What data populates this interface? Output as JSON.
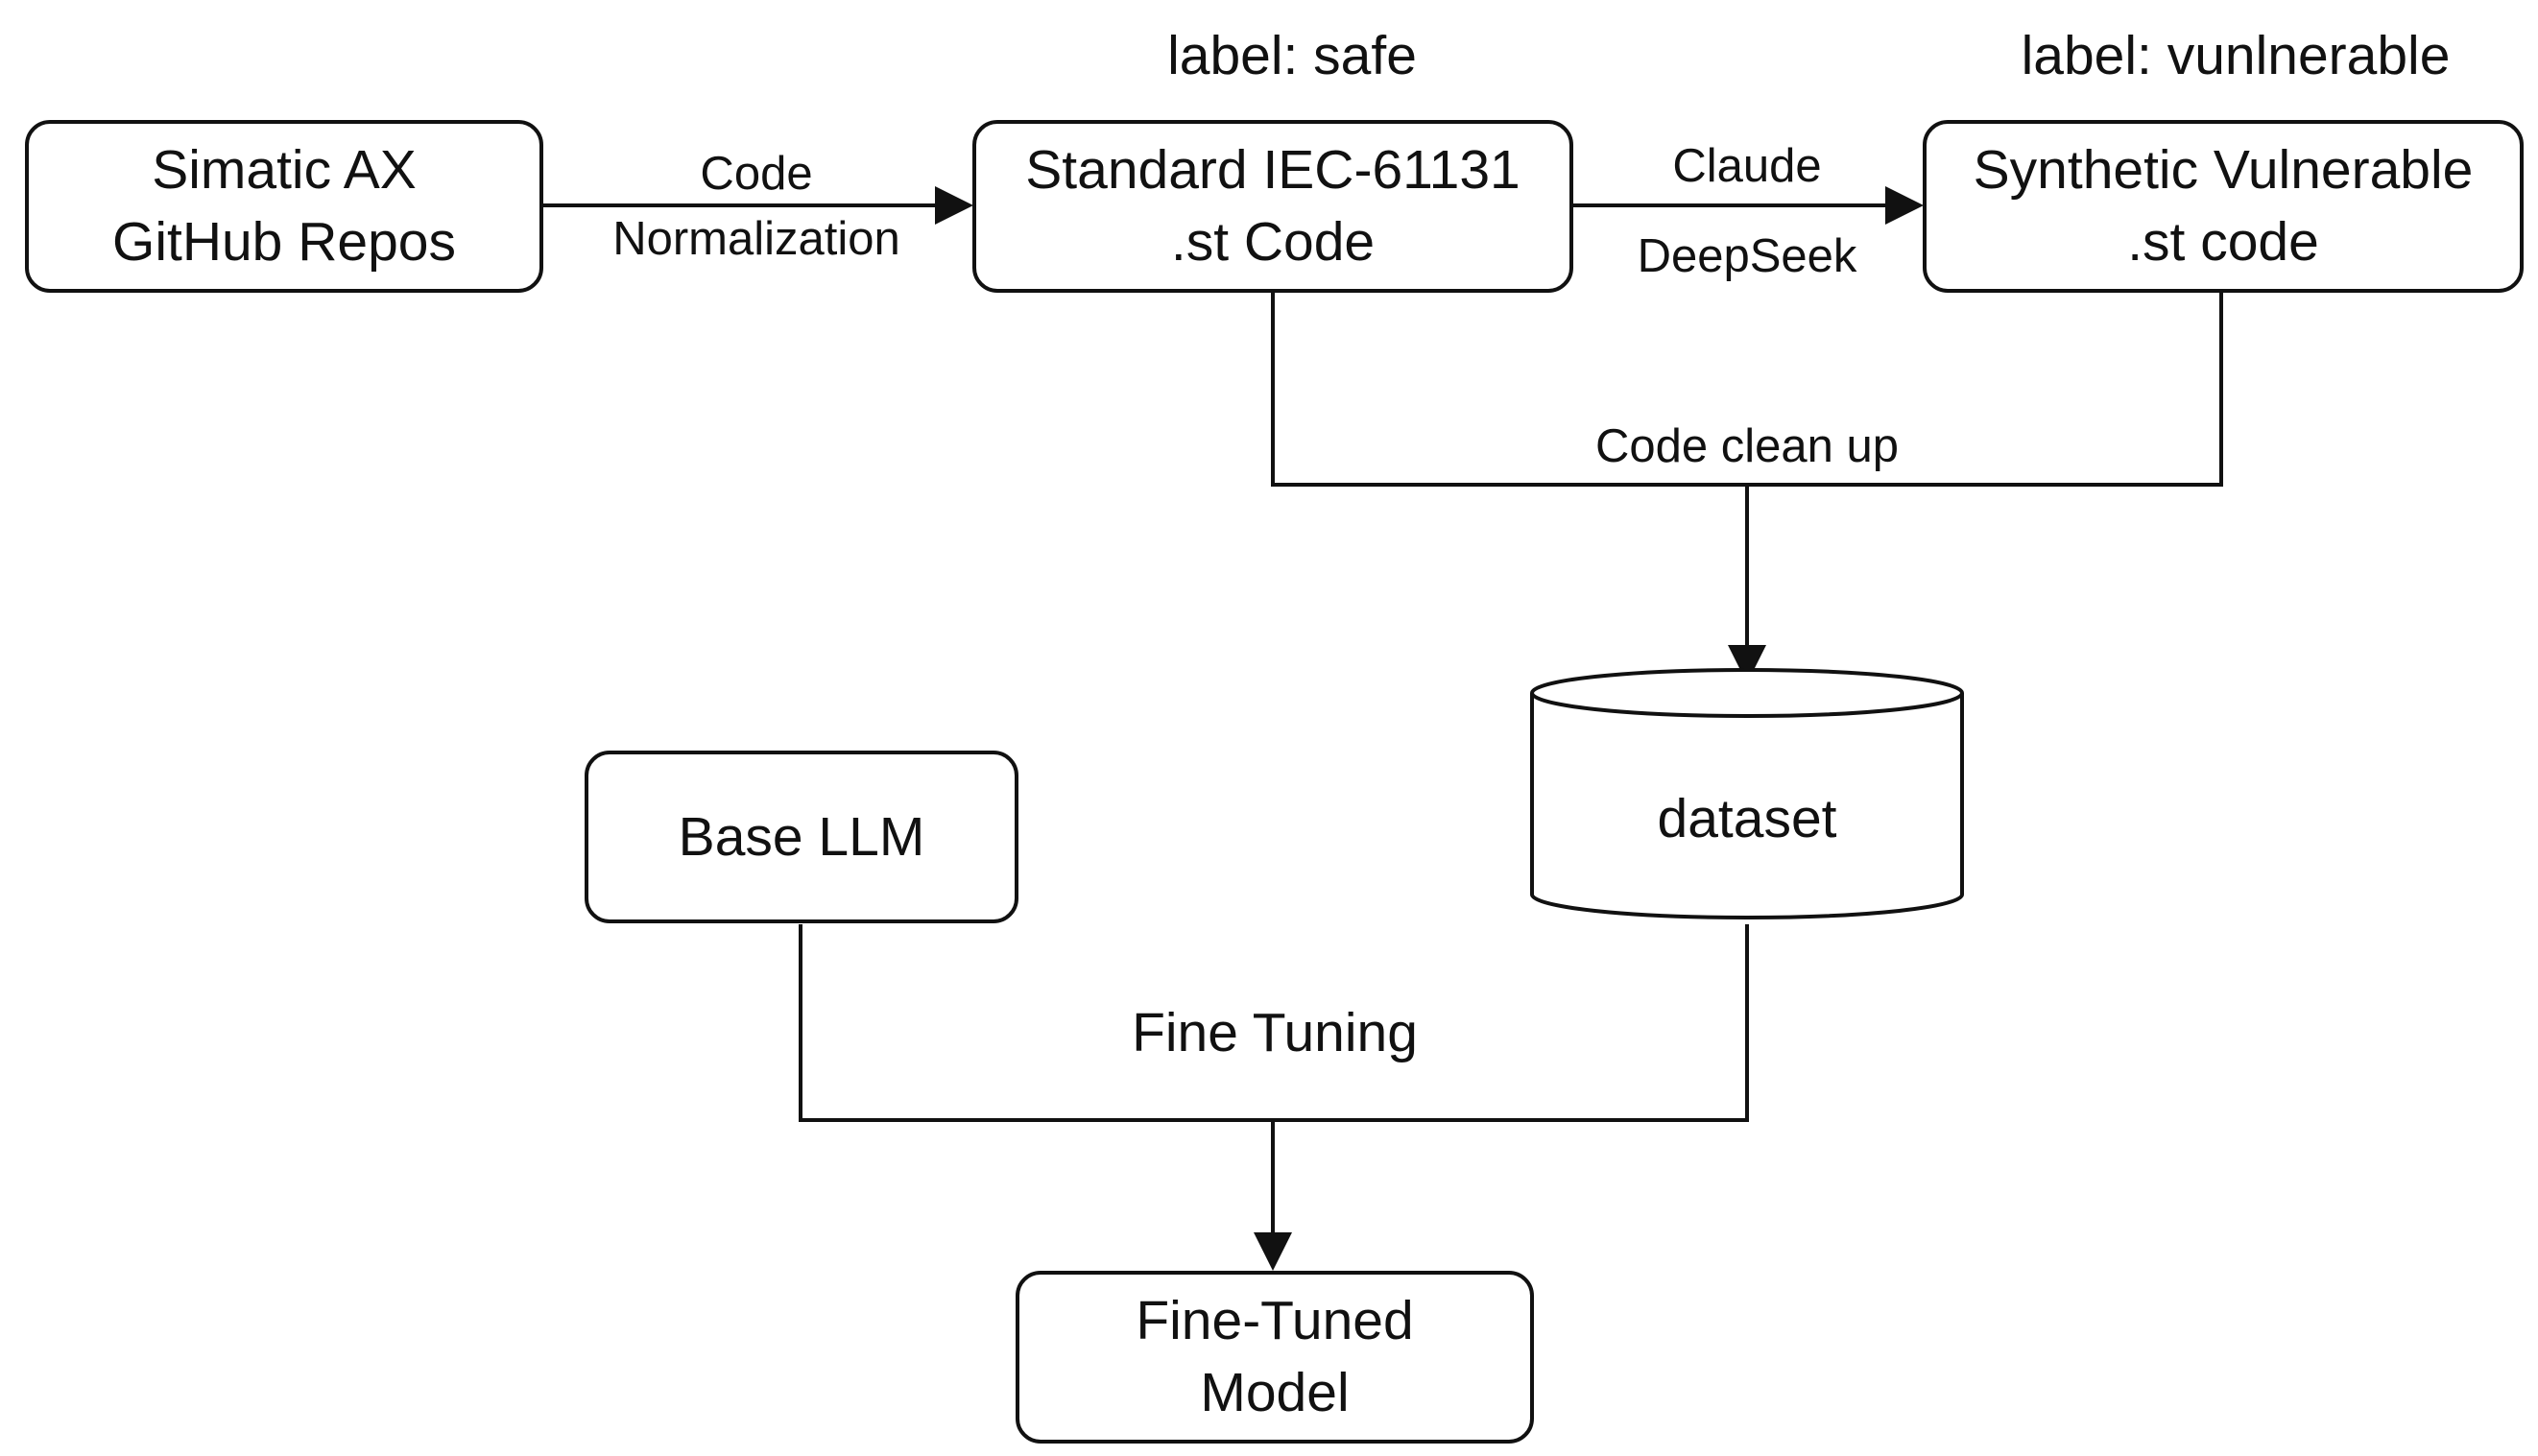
{
  "nodes": {
    "source": {
      "line1": "Simatic AX",
      "line2": "GitHub Repos"
    },
    "standard": {
      "line1": "Standard IEC-61131",
      "line2": ".st Code"
    },
    "synthetic": {
      "line1": "Synthetic Vulnerable",
      "line2": ".st code"
    },
    "dataset": {
      "label": "dataset"
    },
    "base_llm": {
      "label": "Base LLM"
    },
    "fine_tuned": {
      "line1": "Fine-Tuned",
      "line2": "Model"
    }
  },
  "tags": {
    "safe": "label: safe",
    "vulnerable": "label: vunlnerable"
  },
  "edges": {
    "normalization": {
      "line1": "Code",
      "line2": "Normalization"
    },
    "generation": {
      "line1": "Claude",
      "line2": "DeepSeek"
    },
    "cleanup": "Code clean up",
    "fine_tuning": "Fine Tuning"
  },
  "colors": {
    "stroke": "#111111",
    "background": "#ffffff"
  }
}
